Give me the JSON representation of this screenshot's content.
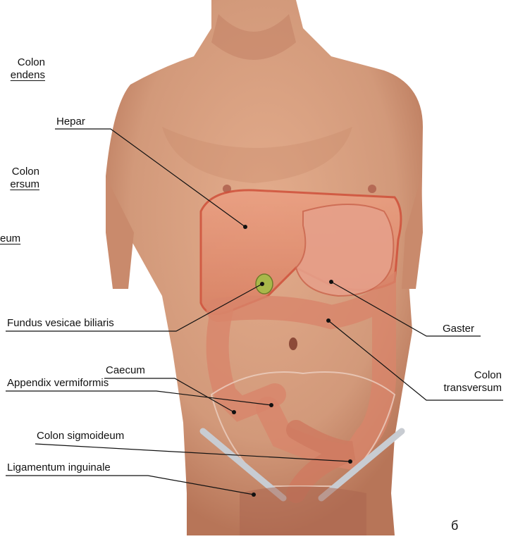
{
  "labels": {
    "colon_ascendens": {
      "line1": "Colon",
      "line2": "endens"
    },
    "hepar": "Hepar",
    "colon_transversum_left": {
      "line1": "Colon",
      "line2": "ersum"
    },
    "ileum": "eum",
    "fundus": "Fundus vesicae biliaris",
    "gaster": "Gaster",
    "caecum": "Caecum",
    "colon_transversum_right": {
      "line1": "Colon",
      "line2": "transversum"
    },
    "appendix": "Appendix vermiformis",
    "colon_sigmoideum": "Colon sigmoideum",
    "ligamentum": "Ligamentum inguinale",
    "figure_letter": "б"
  },
  "colors": {
    "skin": "#d49a7c",
    "skin_shadow": "#b87357",
    "organ": "#e08a6c",
    "organ_outline": "#d0503a",
    "gallbladder": "#a8b84a",
    "ligament": "#c8ccd2",
    "leader": "#111111"
  }
}
